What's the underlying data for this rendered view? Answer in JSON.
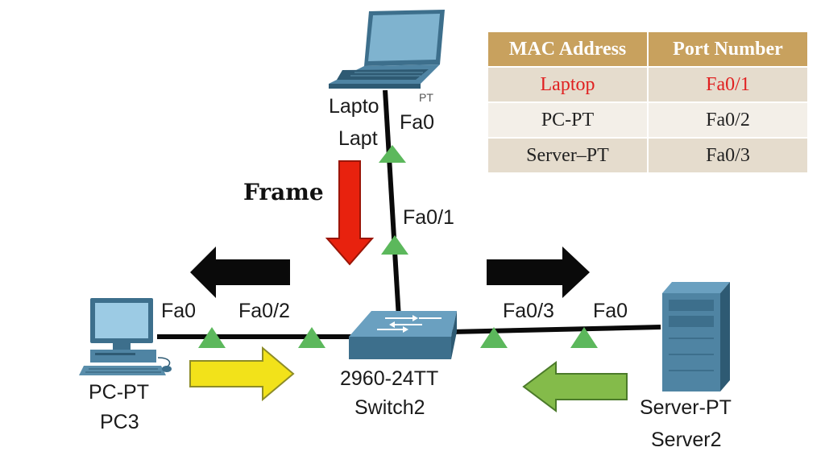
{
  "frame_label": "Frame",
  "devices": {
    "laptop": {
      "label1": "Lapto",
      "label1_obscured": "PT",
      "label2": "Lapt",
      "port": "Fa0"
    },
    "pc": {
      "label1": "PC-PT",
      "label2": "PC3",
      "port": "Fa0"
    },
    "switch": {
      "label1": "2960-24TT",
      "label2": "Switch2"
    },
    "server": {
      "label1": "Server-PT",
      "label2": "Server2",
      "port": "Fa0"
    }
  },
  "switch_ports": {
    "up": "Fa0/1",
    "left": "Fa0/2",
    "right": "Fa0/3"
  },
  "mac_table": {
    "headers": [
      "MAC Address",
      "Port Number"
    ],
    "rows": [
      {
        "mac": "Laptop",
        "port": "Fa0/1",
        "highlight": true
      },
      {
        "mac": "PC-PT",
        "port": "Fa0/2",
        "highlight": false
      },
      {
        "mac": "Server–PT",
        "port": "Fa0/3",
        "highlight": false
      }
    ]
  },
  "colors": {
    "frame_arrow": "#e8220e",
    "flood_arrows": "#0a0a0a",
    "pc_arrow": "#f2e21a",
    "server_arrow": "#84bb4a",
    "port_indicator": "#5cb85c",
    "table_header": "#c8a15e",
    "highlight_text": "#e02020"
  },
  "icons": [
    "laptop-icon",
    "pc-icon",
    "switch-icon",
    "server-icon"
  ]
}
